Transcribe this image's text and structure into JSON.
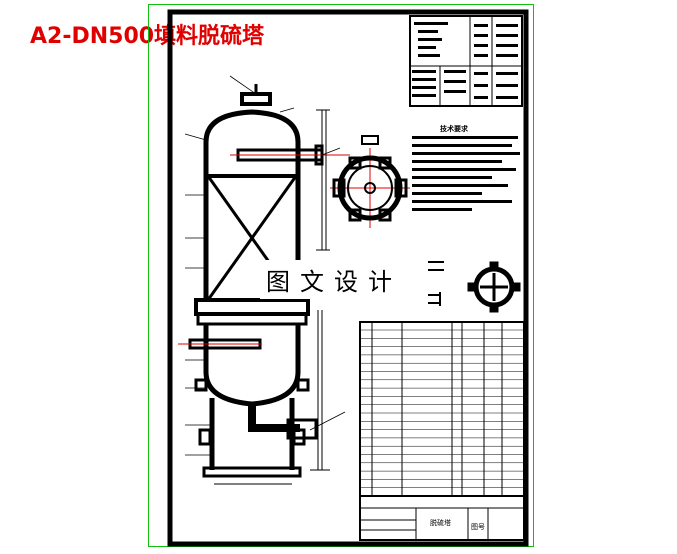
{
  "title": "A2-DN500填料脱硫塔",
  "watermark": "图文设计",
  "tech_requirements_heading": "技术要求",
  "drawing_name": "脱硫塔",
  "drawing_code_label": "图号",
  "colors": {
    "title_red": "#e00000",
    "frame_green": "#10c010",
    "line": "#000000",
    "centerline_red": "#e00000"
  }
}
